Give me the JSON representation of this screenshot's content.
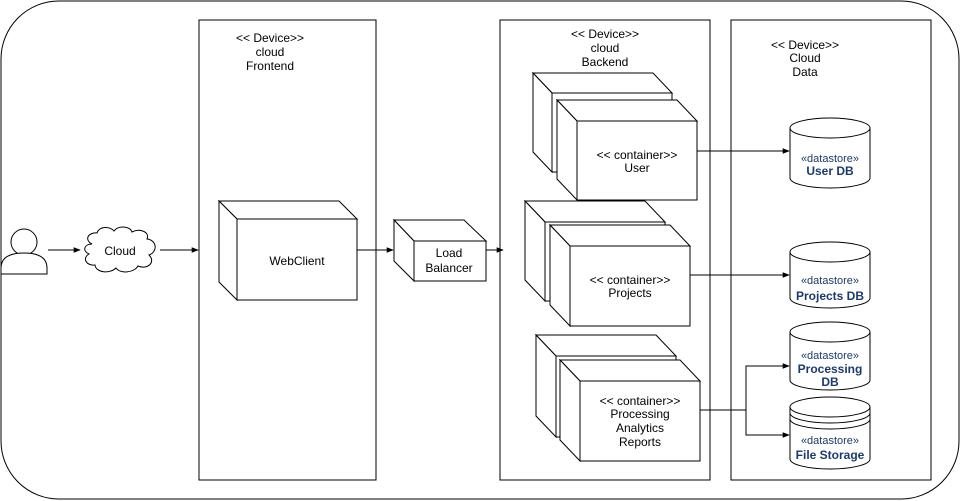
{
  "frontend": {
    "l1": "<< Device>>",
    "l2": "cloud",
    "l3": "Frontend"
  },
  "backend": {
    "l1": "<< Device>>",
    "l2": "cloud",
    "l3": "Backend"
  },
  "data_dev": {
    "l1": "<< Device>>",
    "l2": "Cloud",
    "l3": "Data"
  },
  "cloud_label": "Cloud",
  "webclient_label": "WebClient",
  "load_balancer": {
    "l1": "Load",
    "l2": "Balancer"
  },
  "user_container": {
    "l1": "<< container>>",
    "l2": "User"
  },
  "projects_container": {
    "l1": "<< container>>",
    "l2": "Projects"
  },
  "processing_container": {
    "l1": "<< container>>",
    "l2": "Processing",
    "l3": "Analytics",
    "l4": "Reports"
  },
  "user_db": {
    "stereo": "«datastore»",
    "name": "User DB"
  },
  "projects_db": {
    "stereo": "«datastore»",
    "name": "Projects DB"
  },
  "processing_db": {
    "stereo": "«datastore»",
    "name1": "Processing",
    "name2": "DB"
  },
  "file_storage": {
    "stereo": "«datastore»",
    "name": "File Storage"
  }
}
